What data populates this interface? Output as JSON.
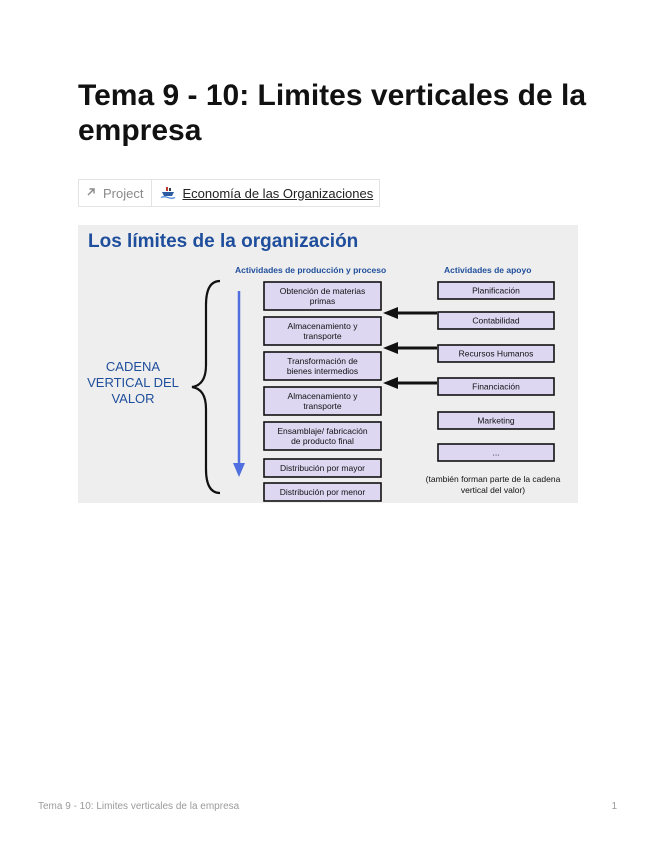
{
  "page": {
    "title": "Tema 9 - 10: Limites verticales de la empresa"
  },
  "property": {
    "key_icon": "arrow-up-right-icon",
    "key": "Project",
    "value_icon": "ship-icon",
    "value": "Economía de las Organizaciones"
  },
  "figure": {
    "heading": "Los límites de la organización",
    "left_header": "Actividades de producción y proceso",
    "right_header": "Actividades de apoyo",
    "chain_label": [
      "CADENA",
      "VERTICAL DEL",
      "VALOR"
    ],
    "production": [
      [
        "Obtención de materias",
        "primas"
      ],
      [
        "Almacenamiento y",
        "transporte"
      ],
      [
        "Transformación de",
        "bienes intermedios"
      ],
      [
        "Almacenamiento y",
        "transporte"
      ],
      [
        "Ensamblaje/ fabricación",
        "de producto final"
      ],
      [
        "Distribución por mayor"
      ],
      [
        "Distribución por menor"
      ]
    ],
    "support": [
      "Planificación",
      "Contabilidad",
      "Recursos Humanos",
      "Financiación",
      "Marketing",
      "..."
    ],
    "support_note": [
      "(también forman parte de la cadena",
      "vertical del valor)"
    ],
    "colors": {
      "heading": "#1f4e9c",
      "header_text": "#1f4e9c",
      "box_fill": "#ddd7f2",
      "arrow_blue": "#4f6fe0",
      "chain_text": "#1f4e9c",
      "background": "#eeeeee"
    }
  },
  "footer": {
    "title": "Tema 9 - 10: Limites verticales de la empresa",
    "page_number": "1"
  }
}
